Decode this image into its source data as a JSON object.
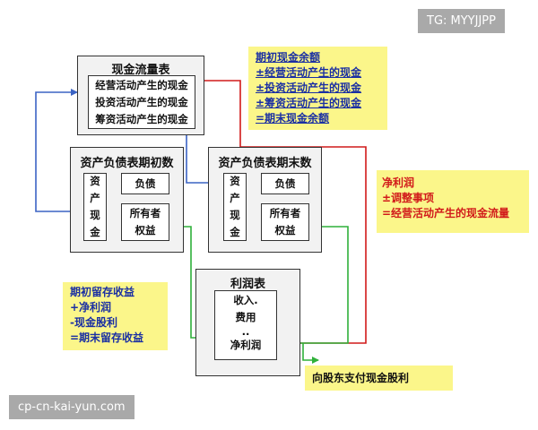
{
  "watermark_top": "TG: MYYJJPP",
  "watermark_bottom": "cp-cn-kai-yun.com",
  "cash_flow_box": {
    "title": "现金流量表",
    "items": [
      "经营活动产生的现金",
      "投资活动产生的现金",
      "筹资活动产生的现金"
    ]
  },
  "balance_begin_box": {
    "title": "资产负债表期初数",
    "asset_chars": [
      "资",
      "产",
      "现",
      "金"
    ],
    "liability": "负债",
    "equity_lines": [
      "所有者",
      "权益"
    ]
  },
  "balance_end_box": {
    "title": "资产负债表期末数",
    "asset_chars": [
      "资",
      "产",
      "现",
      "金"
    ],
    "liability": "负债",
    "equity_lines": [
      "所有者",
      "权益"
    ]
  },
  "income_box": {
    "title": "利润表",
    "lines": [
      "收入.",
      "费用",
      "..",
      "净利润"
    ]
  },
  "note_cash": {
    "lines": [
      "期初现金余额",
      "±经营活动产生的现金",
      "±投资活动产生的现金",
      "±筹资活动产生的现金",
      "=期末现金余额"
    ]
  },
  "note_profit": {
    "lines": [
      "净利润",
      "±调整事项",
      "=经营活动产生的现金流量"
    ]
  },
  "note_retained": {
    "lines": [
      "期初留存收益",
      "+净利润",
      "-现金股利",
      "=期末留存收益"
    ]
  },
  "note_dividend": {
    "text": "向股东支付现金股利"
  },
  "colors": {
    "blue_arrow": "#3b63c4",
    "red_arrow": "#d11a1a",
    "green_arrow": "#2fb13a",
    "note_fill": "#fbf68a"
  }
}
